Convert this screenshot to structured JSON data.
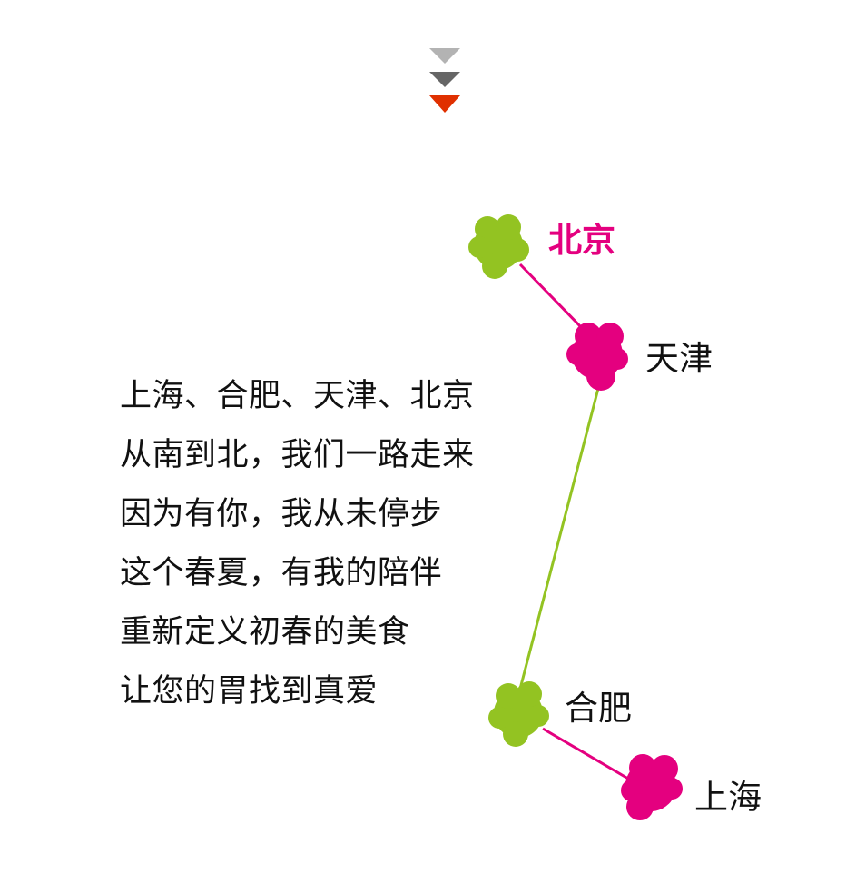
{
  "colors": {
    "green": "#93c322",
    "magenta": "#e4007f",
    "arrow_light": "#b3b3b3",
    "arrow_dark": "#666666",
    "arrow_red": "#e03000"
  },
  "icons": [
    "scroll-down-arrows-icon",
    "blob-marker-icon"
  ],
  "cities": [
    {
      "name": "北京",
      "highlight": true
    },
    {
      "name": "天津",
      "highlight": false
    },
    {
      "name": "合肥",
      "highlight": false
    },
    {
      "name": "上海",
      "highlight": false
    }
  ],
  "poem": [
    "上海、合肥、天津、北京",
    "从南到北，我们一路走来",
    "因为有你，我从未停步",
    "这个春夏，有我的陪伴",
    "重新定义初春的美食",
    "让您的胃找到真爱"
  ]
}
